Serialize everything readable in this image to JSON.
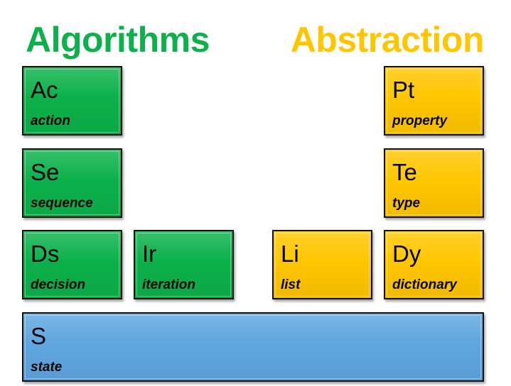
{
  "colors": {
    "algorithms": "#0cb14b",
    "abstraction": "#ffc600",
    "state": "#5fa6e0"
  },
  "headings": {
    "algorithms": "Algorithms",
    "abstraction": "Abstraction"
  },
  "tiles": [
    {
      "symbol": "Ac",
      "label": "action",
      "group": "algorithms"
    },
    {
      "symbol": "Se",
      "label": "sequence",
      "group": "algorithms"
    },
    {
      "symbol": "Ds",
      "label": "decision",
      "group": "algorithms"
    },
    {
      "symbol": "Ir",
      "label": "iteration",
      "group": "algorithms"
    },
    {
      "symbol": "Pt",
      "label": "property",
      "group": "abstraction"
    },
    {
      "symbol": "Te",
      "label": "type",
      "group": "abstraction"
    },
    {
      "symbol": "Li",
      "label": "list",
      "group": "abstraction"
    },
    {
      "symbol": "Dy",
      "label": "dictionary",
      "group": "abstraction"
    },
    {
      "symbol": "S",
      "label": "state",
      "group": "state"
    }
  ]
}
